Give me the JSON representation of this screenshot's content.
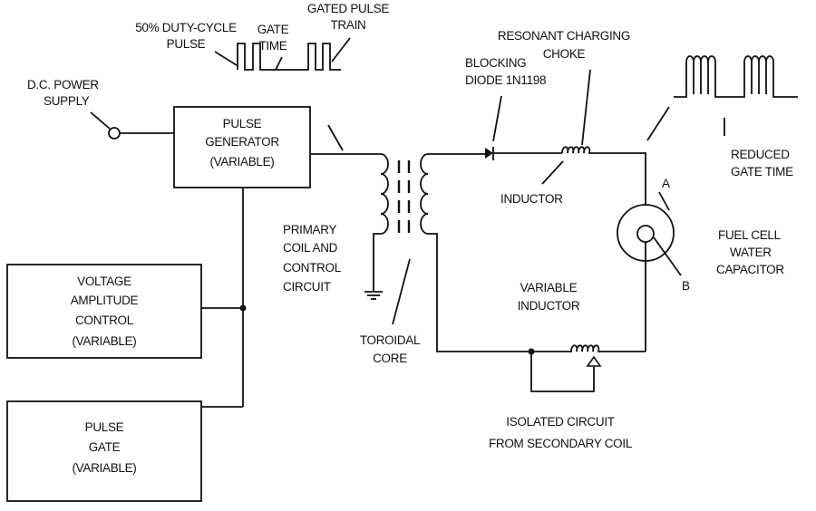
{
  "labels": {
    "duty_cycle": [
      "50% DUTY-CYCLE",
      "PULSE"
    ],
    "gate_time": [
      "GATE",
      "TIME"
    ],
    "gated_pulse_train": [
      "GATED PULSE",
      "TRAIN"
    ],
    "dc_power_supply": [
      "D.C. POWER",
      "SUPPLY"
    ],
    "pulse_generator": [
      "PULSE",
      "GENERATOR",
      "(VARIABLE)"
    ],
    "voltage_amplitude_control": [
      "VOLTAGE",
      "AMPLITUDE",
      "CONTROL",
      "(VARIABLE)"
    ],
    "pulse_gate": [
      "PULSE",
      "GATE",
      "(VARIABLE)"
    ],
    "primary_coil": [
      "PRIMARY",
      "COIL AND",
      "CONTROL",
      "CIRCUIT"
    ],
    "toroidal_core": [
      "TOROIDAL",
      "CORE"
    ],
    "blocking_diode": [
      "BLOCKING",
      "DIODE 1N1198"
    ],
    "resonant_choke": [
      "RESONANT CHARGING",
      "CHOKE"
    ],
    "inductor": "INDUCTOR",
    "variable_inductor": [
      "VARIABLE",
      "INDUCTOR"
    ],
    "reduced_gate_time": [
      "REDUCED",
      "GATE TIME"
    ],
    "terminal_a": "A",
    "terminal_b": "B",
    "fuel_cell": [
      "FUEL CELL",
      "WATER",
      "CAPACITOR"
    ],
    "isolated_circuit": [
      "ISOLATED CIRCUIT",
      "FROM SECONDARY COIL"
    ]
  }
}
